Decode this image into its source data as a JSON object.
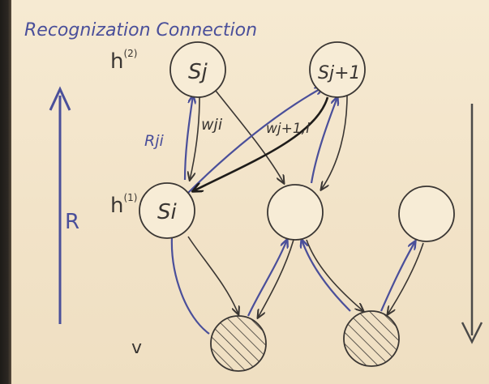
{
  "title": "Recognization Connection",
  "layers": [
    {
      "base": "h",
      "sup": "(2)"
    },
    {
      "base": "h",
      "sup": "(1)"
    },
    {
      "label": "v"
    }
  ],
  "recognition_label": "R",
  "nodes": {
    "sj": "Sj",
    "sj1": "Sj+1",
    "si": "Si"
  },
  "edge_labels": {
    "r_ji": "Rji",
    "w_ji": "wji",
    "w_j1i": "wj+1,i"
  },
  "colors": {
    "recognition_ink": "#4a4f9a",
    "generative_ink": "#3a3633",
    "highlight_ink": "#1e1c1a",
    "board": "#f3e7cf"
  }
}
